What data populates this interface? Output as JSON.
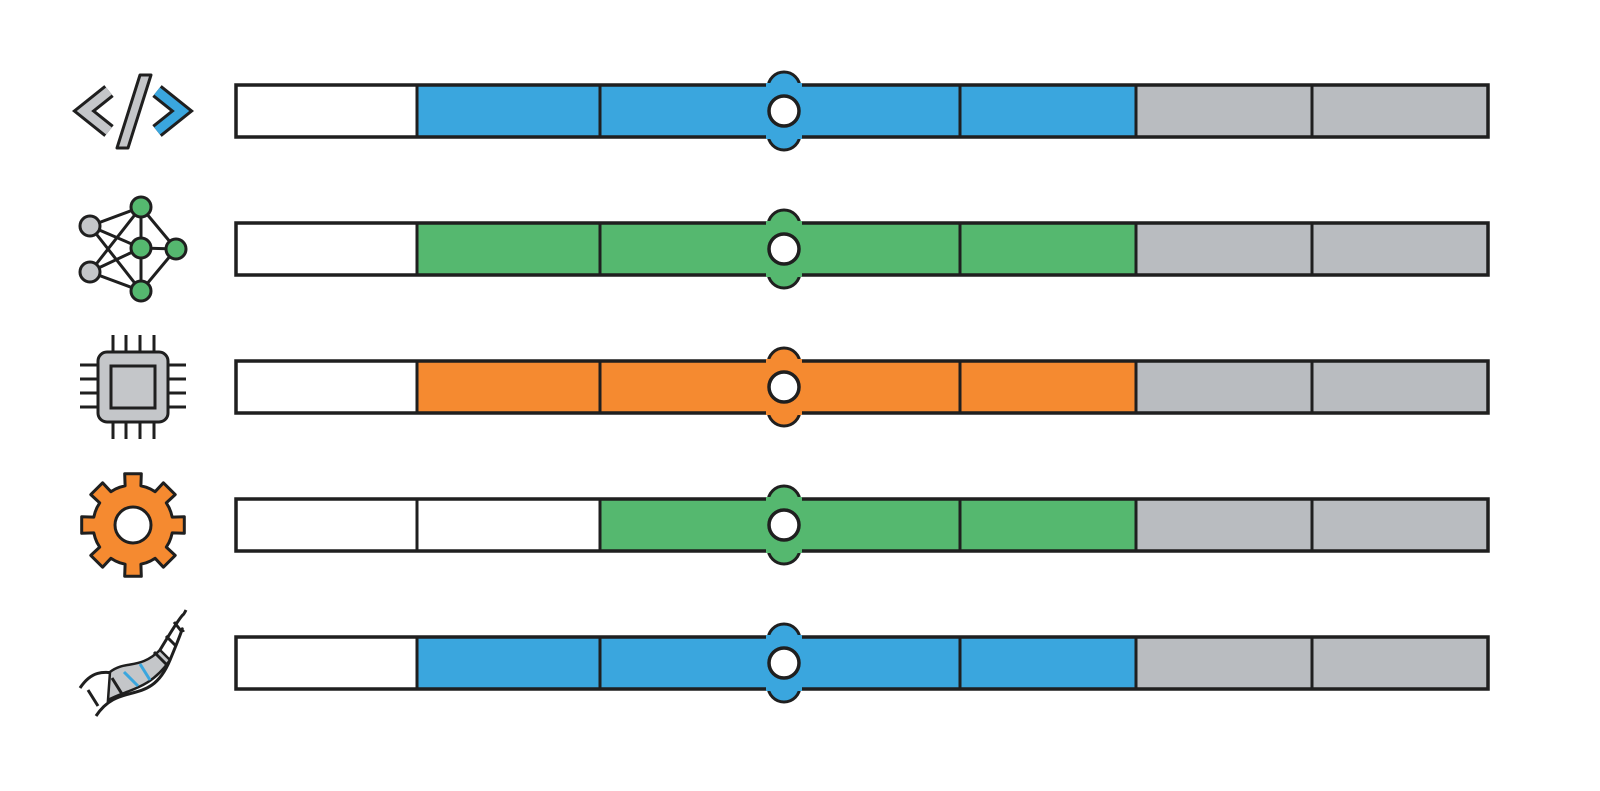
{
  "colors": {
    "outline": "#1f1f1f",
    "blue": "#3aa6de",
    "green": "#55b86f",
    "orange": "#f58a30",
    "gray": "#b9bcc0",
    "icon_gray": "#c4c6c9",
    "empty": "#ffffff"
  },
  "rows": [
    {
      "id": "code",
      "icon": "code-brackets-icon",
      "segments": [
        "empty",
        "blue",
        "blue",
        "blue",
        "gray",
        "gray"
      ],
      "knob_fill": "blue"
    },
    {
      "id": "network",
      "icon": "neural-network-icon",
      "segments": [
        "empty",
        "green",
        "green",
        "green",
        "gray",
        "gray"
      ],
      "knob_fill": "green"
    },
    {
      "id": "chip",
      "icon": "cpu-chip-icon",
      "segments": [
        "empty",
        "orange",
        "orange",
        "orange",
        "gray",
        "gray"
      ],
      "knob_fill": "orange"
    },
    {
      "id": "gear",
      "icon": "gear-icon",
      "segments": [
        "empty",
        "empty",
        "green",
        "green",
        "gray",
        "gray"
      ],
      "knob_fill": "green"
    },
    {
      "id": "dna",
      "icon": "dna-helix-icon",
      "segments": [
        "empty",
        "blue",
        "blue",
        "blue",
        "gray",
        "gray"
      ],
      "knob_fill": "blue"
    }
  ]
}
